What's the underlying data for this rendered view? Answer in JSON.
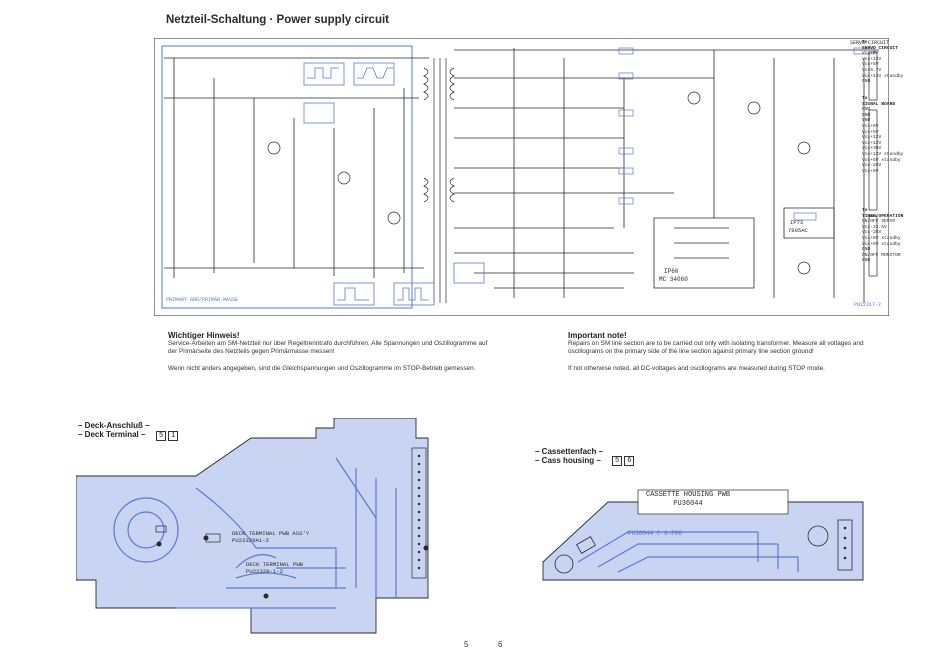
{
  "page_title": "Netzteil-Schaltung · Power supply circuit",
  "colors": {
    "trace": "#5a7ad0",
    "ink": "#2a2a2a",
    "board": "#c8d4f2",
    "paper": "#ffffff"
  },
  "schematic": {
    "primary_label": "PRIMARY GND/PRIMÄR-MASSE",
    "ic_main": "IP60\nMC 34060",
    "regulator": "IP73\n7805AC",
    "outputs": {
      "servo_header": "To\nSERVO CIRCUIT",
      "servo_pins": [
        "Vcc+8V",
        "Vcc+12V",
        "Vcc+5V",
        "Vcc5.7V",
        "Vcc+12V standby",
        "GND"
      ],
      "signal_header": "To\nSIGNAL BOARD",
      "signal_pins": [
        "GND",
        "GND",
        "GND",
        "Vcc+5V",
        "Vcc+5V",
        "Vcc+12V",
        "Vcc+12V",
        "Vcc+30V",
        "Vcc+12V standby",
        "Vcc+5V standby",
        "Vcc-25V",
        "Vcc+8V"
      ],
      "timer_header": "To\nTIMER/OPERATION",
      "timer_pins": [
        "ON/OFF SERVO",
        "Vcc-22.5V",
        "Vcc-25V",
        "Vcc+6V standby",
        "Vcc+5V standby",
        "GND",
        "ON/OFF MONITOR",
        "GND"
      ]
    }
  },
  "notes": {
    "de": {
      "heading": "Wichtiger Hinweis!",
      "body": "Service-Arbeiten am SM-Netzteil nur über Regeltrenntrafo durchführen. Alle Spannungen und Oszillogramme auf der Primärseite des Netzteils gegen Primärmasse messen!",
      "body2": "Wenn nicht anders angegeben, sind die Gleichspannungen und Oszillogramme im STOP-Betrieb gemessen."
    },
    "en": {
      "heading": "Important note!",
      "body": "Repairs on SM line section are to be carried out only with isolating transformer. Measure all voltages and oscillograms on the primary side of the line section against primary line section ground!",
      "body2": "If not otherwise noted, all DC-voltages and oscillograms are measured during STOP mode."
    }
  },
  "deck": {
    "title_de": "– Deck-Anschluß –",
    "title_en": "– Deck Terminal –",
    "badge_a": "5",
    "badge_b": "1",
    "pwb_assy": "DECK TERMINAL PWB ASS'Y\nPU22329A1-2",
    "pwb": "DECK TERMINAL PWB\nPU22329-1-2"
  },
  "cassette": {
    "title_de": "– Cassettenfach –",
    "title_en": "– Cass housing –",
    "badge_a": "5",
    "badge_b": "6",
    "pwb": "CASSETTE HOUSING PWB\nPU36044",
    "pwb_code": "PU36044 C-6-P96"
  },
  "pages": {
    "left": "5",
    "right": "6"
  }
}
